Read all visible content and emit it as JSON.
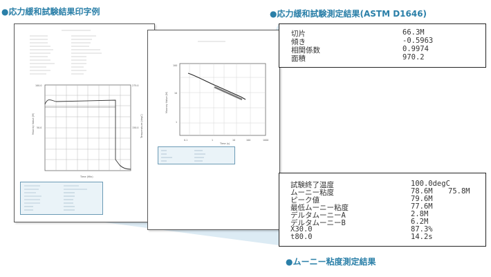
{
  "headings": {
    "print_example": "●応力緩和試験結果印字例",
    "stress_result": "●応力緩和試験測定結果(ASTM D1646)",
    "mooney_result": "●ムーニー粘度測定結果"
  },
  "stress_table": [
    {
      "label": "切片",
      "value": "66.3M"
    },
    {
      "label": "傾き",
      "value": "-0.5963"
    },
    {
      "label": "相関係数",
      "value": "0.9974"
    },
    {
      "label": "面積",
      "value": "970.2"
    }
  ],
  "mooney_table": [
    {
      "label": "試験終了温度",
      "value": "100.0degC",
      "extra": ""
    },
    {
      "label": "ムーニー粘度",
      "value": "78.6M",
      "extra": "75.8M"
    },
    {
      "label": "ピーク値",
      "value": "79.6M",
      "extra": ""
    },
    {
      "label": "最低ムーニー粘度",
      "value": "77.6M",
      "extra": ""
    },
    {
      "label": "デルタムーニーA",
      "value": "2.8M",
      "extra": ""
    },
    {
      "label": "デルタムーニーB",
      "value": "6.2M",
      "extra": ""
    },
    {
      "label": "X30.0",
      "value": "87.3%",
      "extra": ""
    },
    {
      "label": "t80.0",
      "value": "14.2s",
      "extra": ""
    }
  ]
}
